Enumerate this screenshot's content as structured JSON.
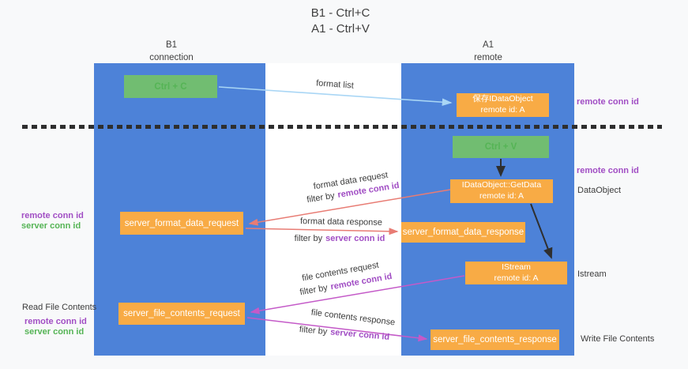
{
  "title": {
    "line1": "B1 - Ctrl+C",
    "line2": "A1 - Ctrl+V"
  },
  "columns": {
    "left": {
      "name": "B1",
      "role": "connection"
    },
    "right": {
      "name": "A1",
      "role": "remote"
    }
  },
  "boxes": {
    "ctrl_c": "Ctrl + C",
    "ctrl_v": "Ctrl + V",
    "save_dataobject": {
      "line1": "保存IDataObject",
      "line2": "remote id: A"
    },
    "getdata": {
      "line1": "IDataObject::GetData",
      "line2": "remote id: A"
    },
    "istream": {
      "line1": "IStream",
      "line2": "remote id: A"
    },
    "format_request": "server_format_data_request",
    "format_response": "server_format_data_response",
    "file_request": "server_file_contents_request",
    "file_response": "server_file_contents_response"
  },
  "flow_labels": {
    "format_list": "format list",
    "format_request": {
      "text": "format data request",
      "filter_prefix": "filter by",
      "filter_key": "remote conn id"
    },
    "format_response": {
      "text": "format data response",
      "filter_prefix": "filter by",
      "filter_key": "server conn id"
    },
    "file_request": {
      "text": "file contents request",
      "filter_prefix": "filter by",
      "filter_key": "remote conn id"
    },
    "file_response": {
      "text": "file contents response",
      "filter_prefix": "filter by",
      "filter_key": "server conn id"
    }
  },
  "side_labels": {
    "right_remote_conn_top": "remote conn id",
    "right_remote_conn_mid": "remote conn id",
    "dataobject": "DataObject",
    "istream": "Istream",
    "write_file": "Write File Contents",
    "left_remote_conn_top": "remote conn id",
    "left_server_conn_top": "server conn id",
    "read_file": "Read File Contents",
    "left_remote_conn_bottom": "remote conn id",
    "left_server_conn_bottom": "server conn id"
  },
  "colors": {
    "column_blue": "#4d82d8",
    "box_orange": "#f8ab45",
    "box_green": "#71bd71",
    "arrow_light_blue": "#a9d6f5",
    "arrow_salmon": "#e87c74",
    "arrow_magenta": "#c45ac8",
    "arrow_black": "#2f2f2f",
    "text_purple": "#a14ec4",
    "text_green": "#55b455",
    "text_dark": "#3c3c3c"
  }
}
